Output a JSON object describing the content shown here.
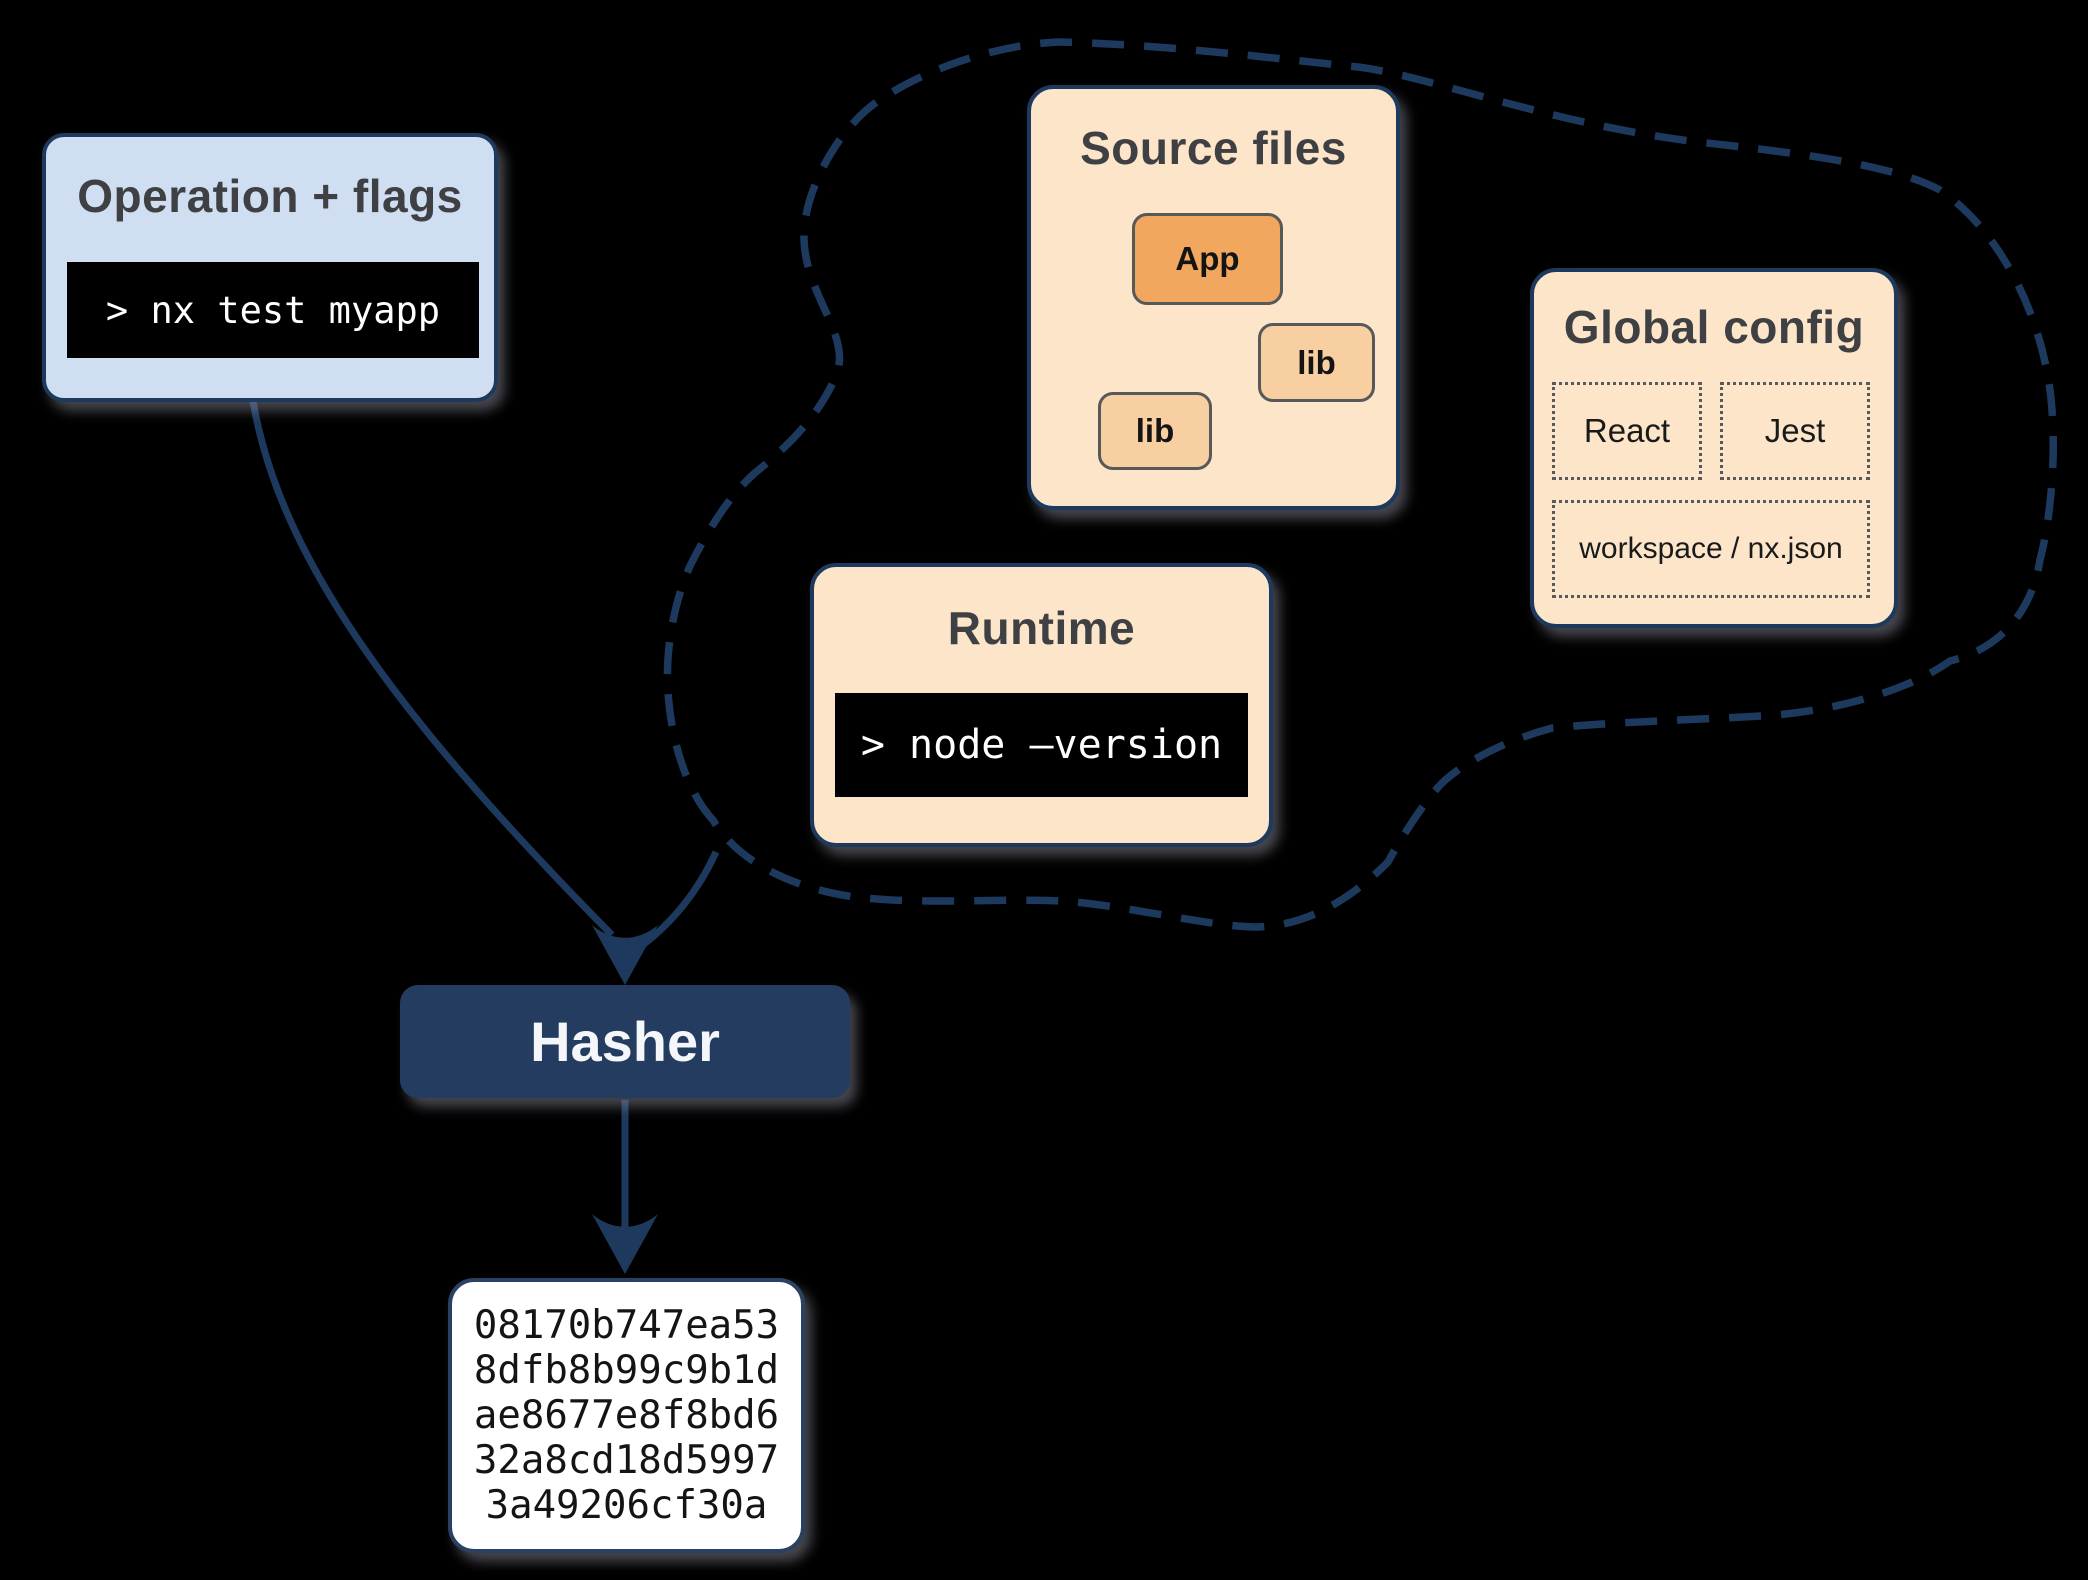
{
  "diagram": {
    "operation": {
      "title": "Operation + flags",
      "command": "> nx test myapp"
    },
    "cloud": {
      "source_files": {
        "title": "Source files",
        "app_label": "App",
        "lib_right_label": "lib",
        "lib_left_label": "lib"
      },
      "global_config": {
        "title": "Global config",
        "item_react": "React",
        "item_jest": "Jest",
        "item_workspace": "workspace / nx.json"
      },
      "runtime": {
        "title": "Runtime",
        "command": "> node –version"
      }
    },
    "hasher": {
      "label": "Hasher"
    },
    "hash_output": {
      "lines": [
        "08170b747ea53",
        "8dfb8b99c9b1d",
        "ae8677e8f8bd6",
        "32a8cd18d5997",
        "3a49206cf30a"
      ]
    },
    "colors": {
      "navy": "#1d3a5e",
      "navy_fill": "#243c5f",
      "light_blue": "#cfdff1",
      "peach": "#fce5c9",
      "orange": "#f2a75e",
      "light_orange": "#f8cfa0",
      "terminal_bg": "#000000",
      "terminal_text": "#ffffff",
      "title_text": "#3f4043",
      "node_border": "#57585a"
    }
  }
}
